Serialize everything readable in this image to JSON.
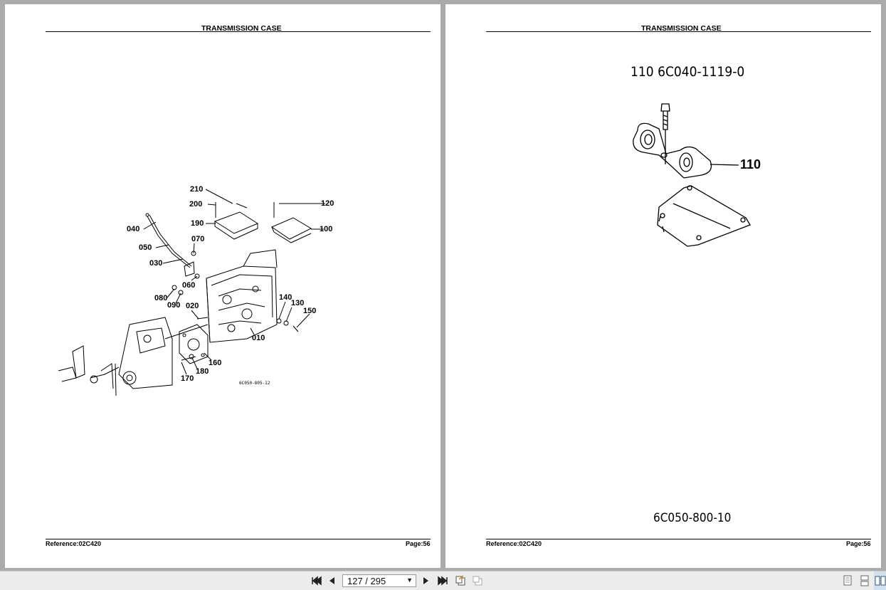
{
  "left_page": {
    "header": "TRANSMISSION CASE",
    "reference": "Reference:02C420",
    "page": "Page:56",
    "drawing_code": "6C050-805-12",
    "part_labels": [
      "210",
      "200",
      "190",
      "120",
      "100",
      "040",
      "070",
      "050",
      "030",
      "060",
      "080",
      "090",
      "020",
      "140",
      "130",
      "150",
      "010",
      "160",
      "180",
      "170"
    ]
  },
  "right_page": {
    "header": "TRANSMISSION CASE",
    "reference": "Reference:02C420",
    "page": "Page:56",
    "part_title": "110 6C040-1119-0",
    "callout": "110",
    "drawing_code": "6C050-800-10"
  },
  "toolbar": {
    "page_indicator": "127 / 295",
    "icons": [
      "first-page-icon",
      "prev-page-icon",
      "next-page-icon",
      "last-page-icon",
      "extract-pages-icon",
      "insert-pages-icon",
      "single-page-view-icon",
      "continuous-view-icon",
      "facing-view-icon"
    ]
  }
}
